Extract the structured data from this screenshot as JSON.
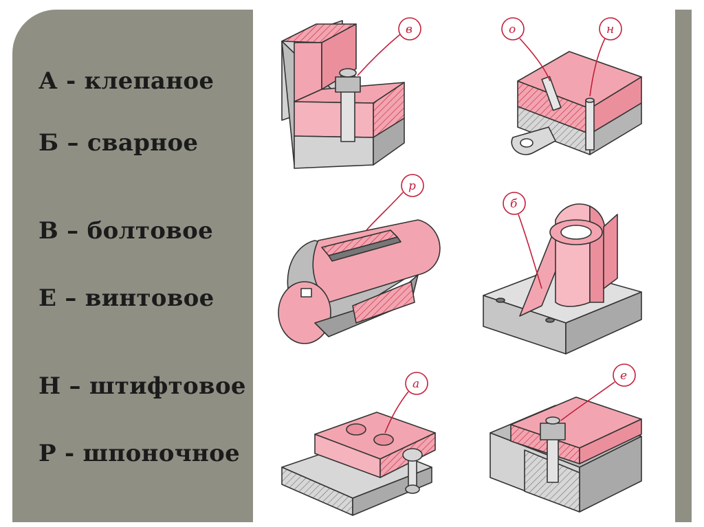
{
  "legend": [
    {
      "text": "А  - клепаное"
    },
    {
      "text": "Б – сварное"
    },
    {
      "text": "В – болтовое"
    },
    {
      "text": "Е – винтовое"
    },
    {
      "text": "Н – штифтовое"
    },
    {
      "text": "Р - шпоночное"
    }
  ],
  "figure": {
    "labels": {
      "v": "в",
      "o": "о",
      "n": "н",
      "r": "р",
      "b": "б",
      "a": "а",
      "e": "е"
    }
  },
  "colors": {
    "panel": "#8f8f84",
    "part_pink": "#f2a5b0",
    "part_gray": "#d3d3d3",
    "accent_red": "#c21f3a"
  }
}
